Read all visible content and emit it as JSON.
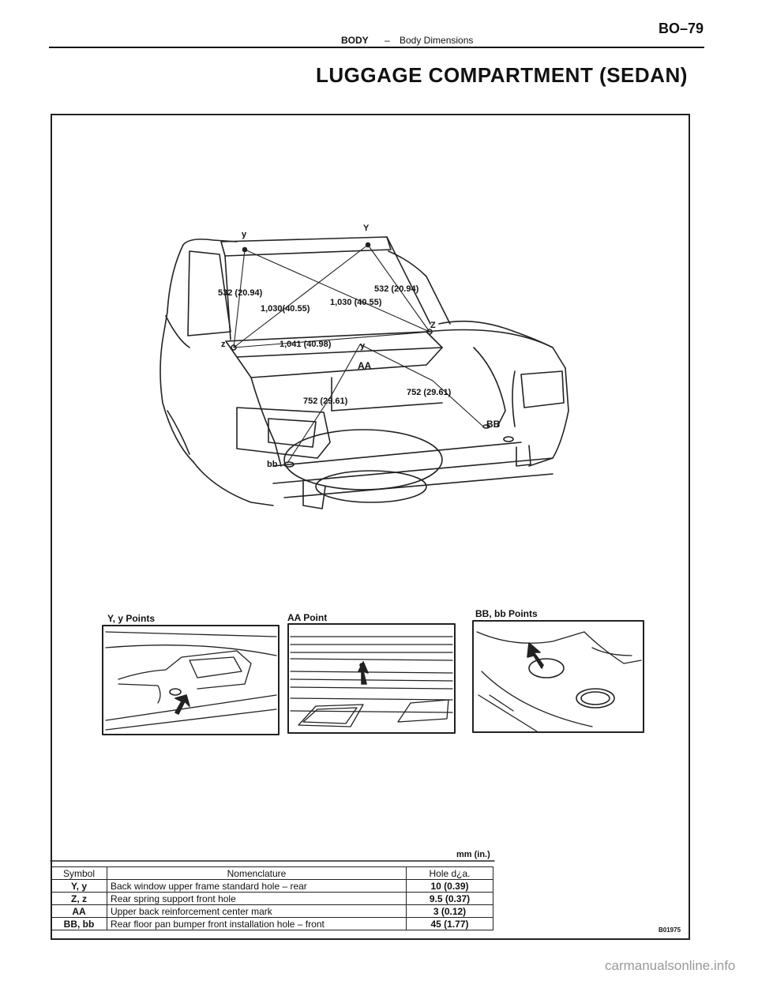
{
  "header": {
    "section": "BODY",
    "dash": "–",
    "topic": "Body Dimensions",
    "page": "BO–79"
  },
  "title": "LUGGAGE COMPARTMENT (SEDAN)",
  "diagram": {
    "point_labels": {
      "y_left": "y",
      "y_right": "Y",
      "z_left": "z",
      "z_right": "Z",
      "aa_upper": "y",
      "aa": "AA",
      "bb": "BB",
      "bb_lower": "bb"
    },
    "dimensions": {
      "d1": "532 (20.94)",
      "d2": "532 (20.94)",
      "d3": "1,030(40.55)",
      "d4": "1,030 (40.55)",
      "d5": "1,041 (40.98)",
      "d6": "752 (29.61)",
      "d7": "752 (29.61)"
    },
    "insets": {
      "yy": "Y, y Points",
      "aa": "AA Point",
      "bb": "BB, bb Points"
    },
    "units": "mm (in.)",
    "ref_code": "B01975"
  },
  "table": {
    "headers": {
      "symbol": "Symbol",
      "nomenclature": "Nomenclature",
      "hole": "Hole d¿a."
    },
    "rows": [
      {
        "symbol": "Y, y",
        "nomenclature": "Back window upper frame standard hole – rear",
        "hole": "10 (0.39)"
      },
      {
        "symbol": "Z, z",
        "nomenclature": "Rear spring support front hole",
        "hole": "9.5 (0.37)"
      },
      {
        "symbol": "AA",
        "nomenclature": "Upper back reinforcement center mark",
        "hole": "3 (0.12)"
      },
      {
        "symbol": "BB, bb",
        "nomenclature": "Rear floor pan bumper front installation hole – front",
        "hole": "45 (1.77)"
      }
    ]
  },
  "watermark": "carmanualsonline.info"
}
